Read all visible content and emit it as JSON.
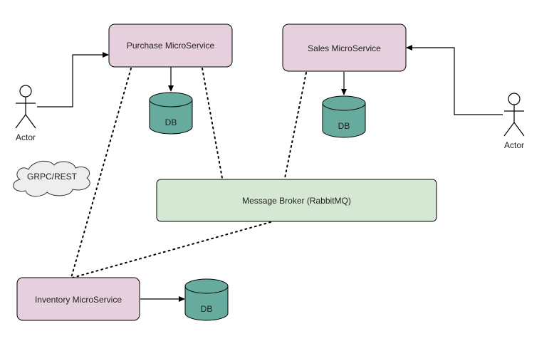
{
  "services": {
    "purchase": "Purchase MicroService",
    "sales": "Sales MicroService",
    "inventory": "Inventory MicroService"
  },
  "broker": "Message Broker (RabbitMQ)",
  "databases": {
    "purchase_db": "DB",
    "sales_db": "DB",
    "inventory_db": "DB"
  },
  "actors": {
    "left": "Actor",
    "right": "Actor"
  },
  "cloud_label": "GRPC/REST",
  "colors": {
    "service_fill": "#e6d0de",
    "broker_fill": "#d5e8d4",
    "db_fill": "#67ab9f",
    "cloud_fill": "#eeeeee",
    "stroke": "#000000"
  }
}
